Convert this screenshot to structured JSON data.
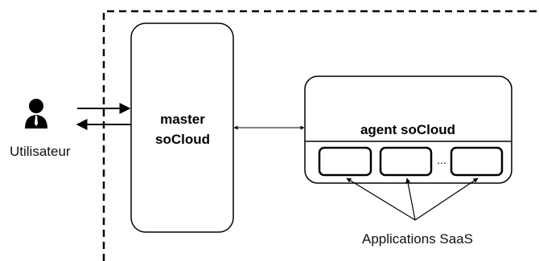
{
  "user": {
    "label": "Utilisateur",
    "icon": "user-icon"
  },
  "master": {
    "line1": "master",
    "line2": "soCloud"
  },
  "agent": {
    "label": "agent soCloud",
    "ellipsis": "..."
  },
  "applications": {
    "label": "Applications SaaS"
  },
  "colors": {
    "stroke": "#000000",
    "background": "#ffffff"
  }
}
